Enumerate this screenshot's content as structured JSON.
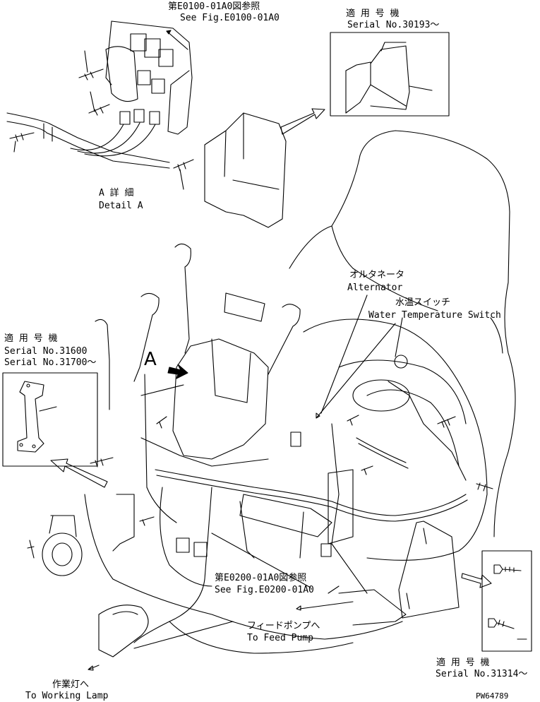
{
  "callouts": {
    "fig_e0100_jp": "第E0100-01A0図参照",
    "fig_e0100_en": "See Fig.E0100-01A0",
    "serial_30193_jp": "適 用 号 機",
    "serial_30193_en": "Serial No.30193～",
    "detail_a_jp": "A 詳 細",
    "detail_a_en": "Detail A",
    "alternator_jp": "オルタネータ",
    "alternator_en": "Alternator",
    "water_temp_jp": "水温スイッチ",
    "water_temp_en": "Water Temperature Switch",
    "serial_31600_jp": "適 用 号 機",
    "serial_31600_en": "Serial No.31600",
    "serial_31700_en": "Serial No.31700～",
    "view_a_marker": "A",
    "fig_e0200_jp": "第E0200-01A0図参照",
    "fig_e0200_en": "See Fig.E0200-01A0",
    "feed_pump_jp": "フィードポンプへ",
    "feed_pump_en": "To Feed Pump",
    "work_lamp_jp": "作業灯へ",
    "work_lamp_en": "To Working Lamp",
    "serial_31314_jp": "適 用 号 機",
    "serial_31314_en": "Serial No.31314～",
    "drawing_code": "PW64789"
  }
}
